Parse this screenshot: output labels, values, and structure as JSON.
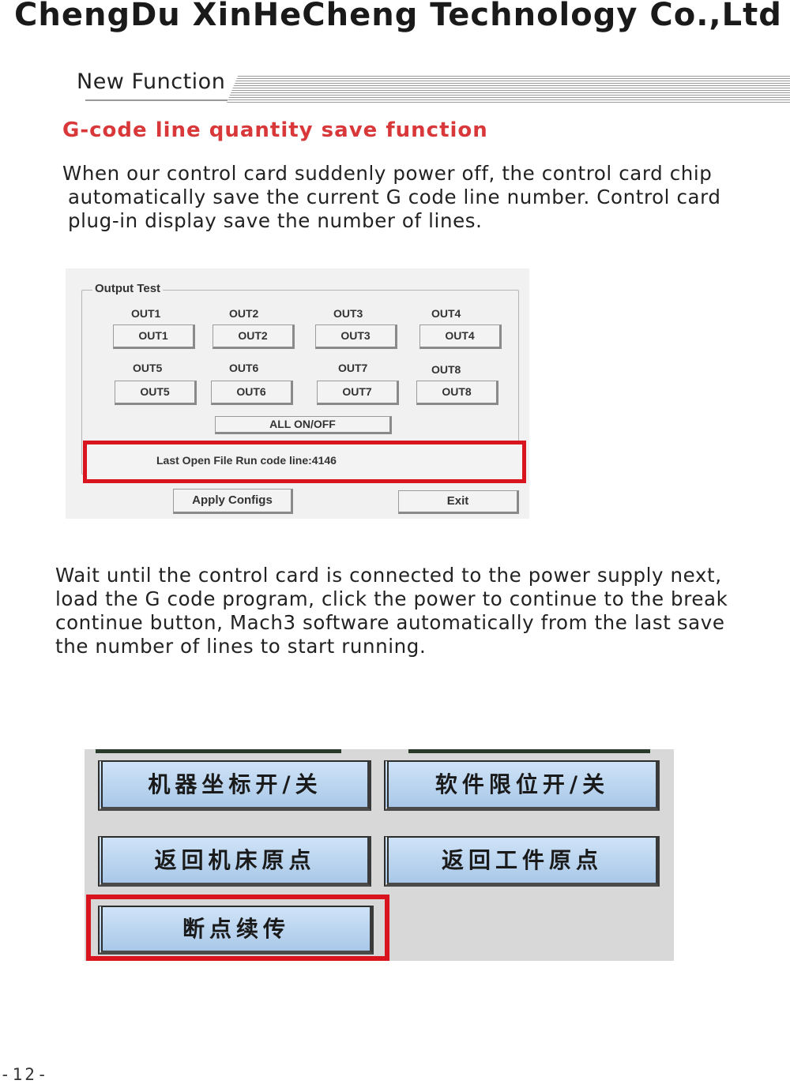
{
  "header": {
    "company": "ChengDu XinHeCheng Technology Co.,Ltd"
  },
  "section": {
    "label": "New Function"
  },
  "feature": {
    "title": "G-code line quantity save function",
    "intro_lines": [
      "When our control card suddenly power off, the control card chip",
      "automatically save the current G code line number. Control card",
      "plug-in display save the number of lines."
    ],
    "instruction_lines": [
      "Wait until the control card is connected to the power supply next,",
      "load the G code program, click the power to continue to the break",
      "continue button, Mach3 software automatically from the last save",
      "the number of lines to start running."
    ]
  },
  "output_test": {
    "group_title": "Output Test",
    "labels": [
      "OUT1",
      "OUT2",
      "OUT3",
      "OUT4",
      "OUT5",
      "OUT6",
      "OUT7",
      "OUT8"
    ],
    "buttons": [
      "OUT1",
      "OUT2",
      "OUT3",
      "OUT4",
      "OUT5",
      "OUT6",
      "OUT7",
      "OUT8"
    ],
    "all_button": "ALL ON/OFF",
    "last_line_text": "Last Open File Run code line:4146",
    "apply_button": "Apply Configs",
    "exit_button": "Exit",
    "highlight_color": "#d9141e"
  },
  "button_panel": {
    "machine_coords_toggle": "机器坐标开/关",
    "soft_limits_toggle": "软件限位开/关",
    "goto_machine_zero": "返回机床原点",
    "goto_work_zero": "返回工件原点",
    "resume_from_breakpoint": "断点续传",
    "button_color": "#bcd6f0"
  },
  "footer": {
    "page_number": "-12-"
  }
}
